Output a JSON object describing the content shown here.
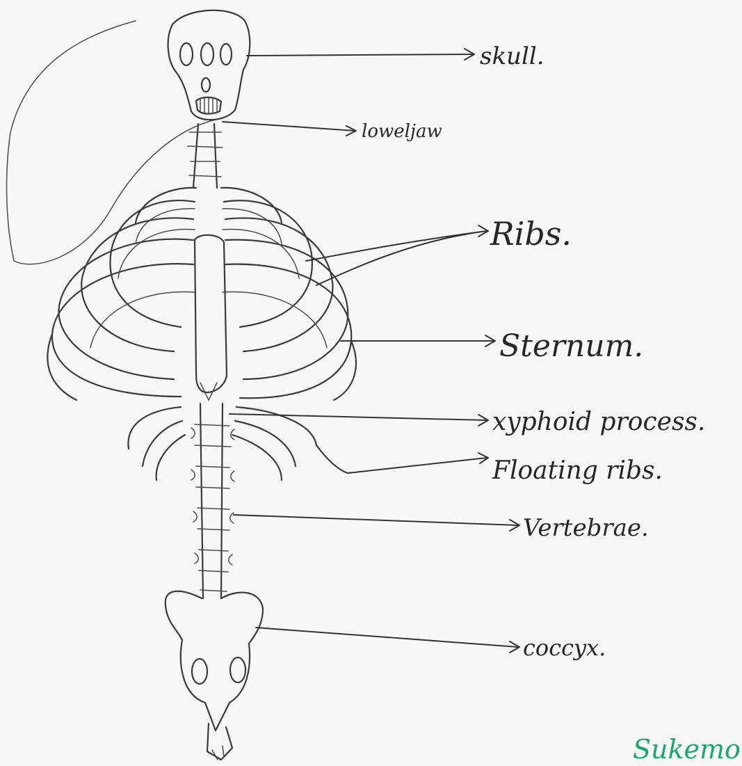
{
  "diagram": {
    "labels": {
      "skull": "skull.",
      "lower_jaw": "loweljaw",
      "ribs": "Ribs.",
      "sternum": "Sternum.",
      "xyphoid": "xyphoid process.",
      "floating_ribs": "Floating ribs.",
      "vertebrae": "Vertebrae.",
      "coccyx": "coccyx."
    },
    "signature": "Sukemo",
    "colors": {
      "ink": "#3a3a3a",
      "paper": "#f7f7f5",
      "signature": "#19a86b"
    }
  }
}
